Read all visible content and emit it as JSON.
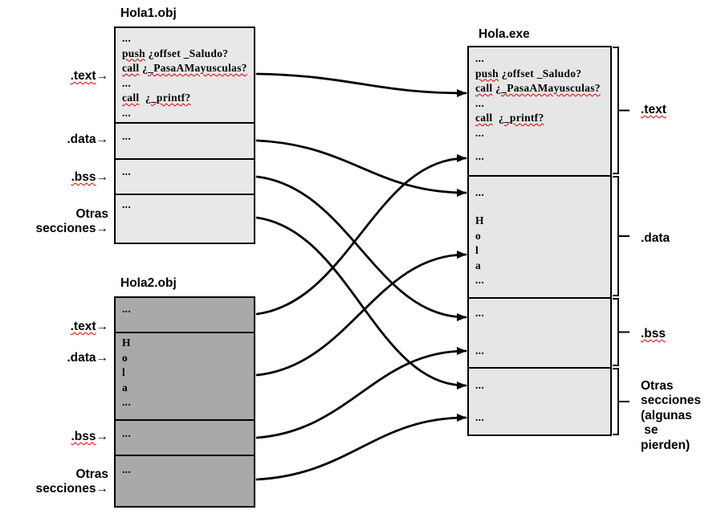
{
  "titles": {
    "obj1": "Hola1.obj",
    "obj2": "Hola2.obj",
    "exe": "Hola.exe"
  },
  "colors": {
    "obj1_fill": "#e8e8e8",
    "obj2_fill": "#a9a9a9",
    "exe_fill": "#e6e6e6",
    "border": "#000000",
    "arrow": "#000000",
    "squiggle": "#e00000",
    "text": "#000000"
  },
  "labels": {
    "obj1": [
      {
        "section": "text",
        "lines": [
          ".text"
        ],
        "squiggle": true,
        "arrow": "→"
      },
      {
        "section": "data",
        "lines": [
          ".data"
        ],
        "squiggle": false,
        "arrow": "→"
      },
      {
        "section": "bss",
        "lines": [
          ".bss"
        ],
        "squiggle": true,
        "arrow": "→"
      },
      {
        "section": "otras",
        "lines": [
          "Otras",
          "secciones"
        ],
        "squiggle": false,
        "arrow": "→"
      }
    ],
    "obj2": [
      {
        "section": "text",
        "lines": [
          ".text"
        ],
        "squiggle": true,
        "arrow": "→"
      },
      {
        "section": "data",
        "lines": [
          ".data"
        ],
        "squiggle": false,
        "arrow": "→"
      },
      {
        "section": "bss",
        "lines": [
          ".bss"
        ],
        "squiggle": true,
        "arrow": "→"
      },
      {
        "section": "otras",
        "lines": [
          "Otras",
          "secciones"
        ],
        "squiggle": false,
        "arrow": "→"
      }
    ],
    "exe": [
      {
        "section": "text",
        "lines": [
          ".text"
        ],
        "squiggle": true
      },
      {
        "section": "data",
        "lines": [
          ".data"
        ],
        "squiggle": false
      },
      {
        "section": "bss",
        "lines": [
          ".bss"
        ],
        "squiggle": true
      },
      {
        "section": "otras",
        "lines": [
          "Otras",
          "secciones",
          "(algunas",
          " se",
          "pierden)"
        ],
        "squiggle": false
      }
    ]
  },
  "code": {
    "obj1_text": [
      [
        [
          "...",
          0
        ]
      ],
      [
        [
          "push",
          1
        ],
        [
          " ¿offset _Saludo?",
          0
        ]
      ],
      [
        [
          "call",
          1
        ],
        [
          " ",
          0
        ],
        [
          "¿_PasaAMayusculas?",
          1
        ]
      ],
      [
        [
          "...",
          0
        ]
      ],
      [
        [
          "call",
          1
        ],
        [
          "  ",
          0
        ],
        [
          "¿_printf?",
          1
        ]
      ],
      [
        [
          "...",
          0
        ]
      ]
    ],
    "dots": [
      [
        [
          "...",
          0
        ]
      ]
    ],
    "hola_vertical": [
      [
        [
          "H",
          0
        ]
      ],
      [
        [
          "o",
          0
        ]
      ],
      [
        [
          "l",
          0
        ]
      ],
      [
        [
          "a",
          0
        ]
      ],
      [
        [
          "...",
          0
        ]
      ]
    ]
  },
  "contents": {
    "obj1.text": "obj1_text",
    "obj1.data": "dots",
    "obj1.bss": "dots",
    "obj1.otras": "dots",
    "obj2.text": "dots",
    "obj2.data": "hola_vertical",
    "obj2.bss": "dots",
    "obj2.otras": "dots",
    "exe.text.p1": "obj1_text",
    "exe.text.p2": "dots",
    "exe.data.p1": "dots",
    "exe.data.p2": "hola_vertical",
    "exe.bss.p1": "dots",
    "exe.bss.p2": "dots",
    "exe.otras.p1": "dots",
    "exe.otras.p2": "dots"
  },
  "connections": [
    {
      "from": "obj1.text",
      "to": "exe.text.p1"
    },
    {
      "from": "obj1.data",
      "to": "exe.data.p1"
    },
    {
      "from": "obj1.bss",
      "to": "exe.bss.p1"
    },
    {
      "from": "obj1.otras",
      "to": "exe.otras.p1"
    },
    {
      "from": "obj2.text",
      "to": "exe.text.p2"
    },
    {
      "from": "obj2.data",
      "to": "exe.data.p2"
    },
    {
      "from": "obj2.bss",
      "to": "exe.bss.p2"
    },
    {
      "from": "obj2.otras",
      "to": "exe.otras.p2"
    }
  ]
}
